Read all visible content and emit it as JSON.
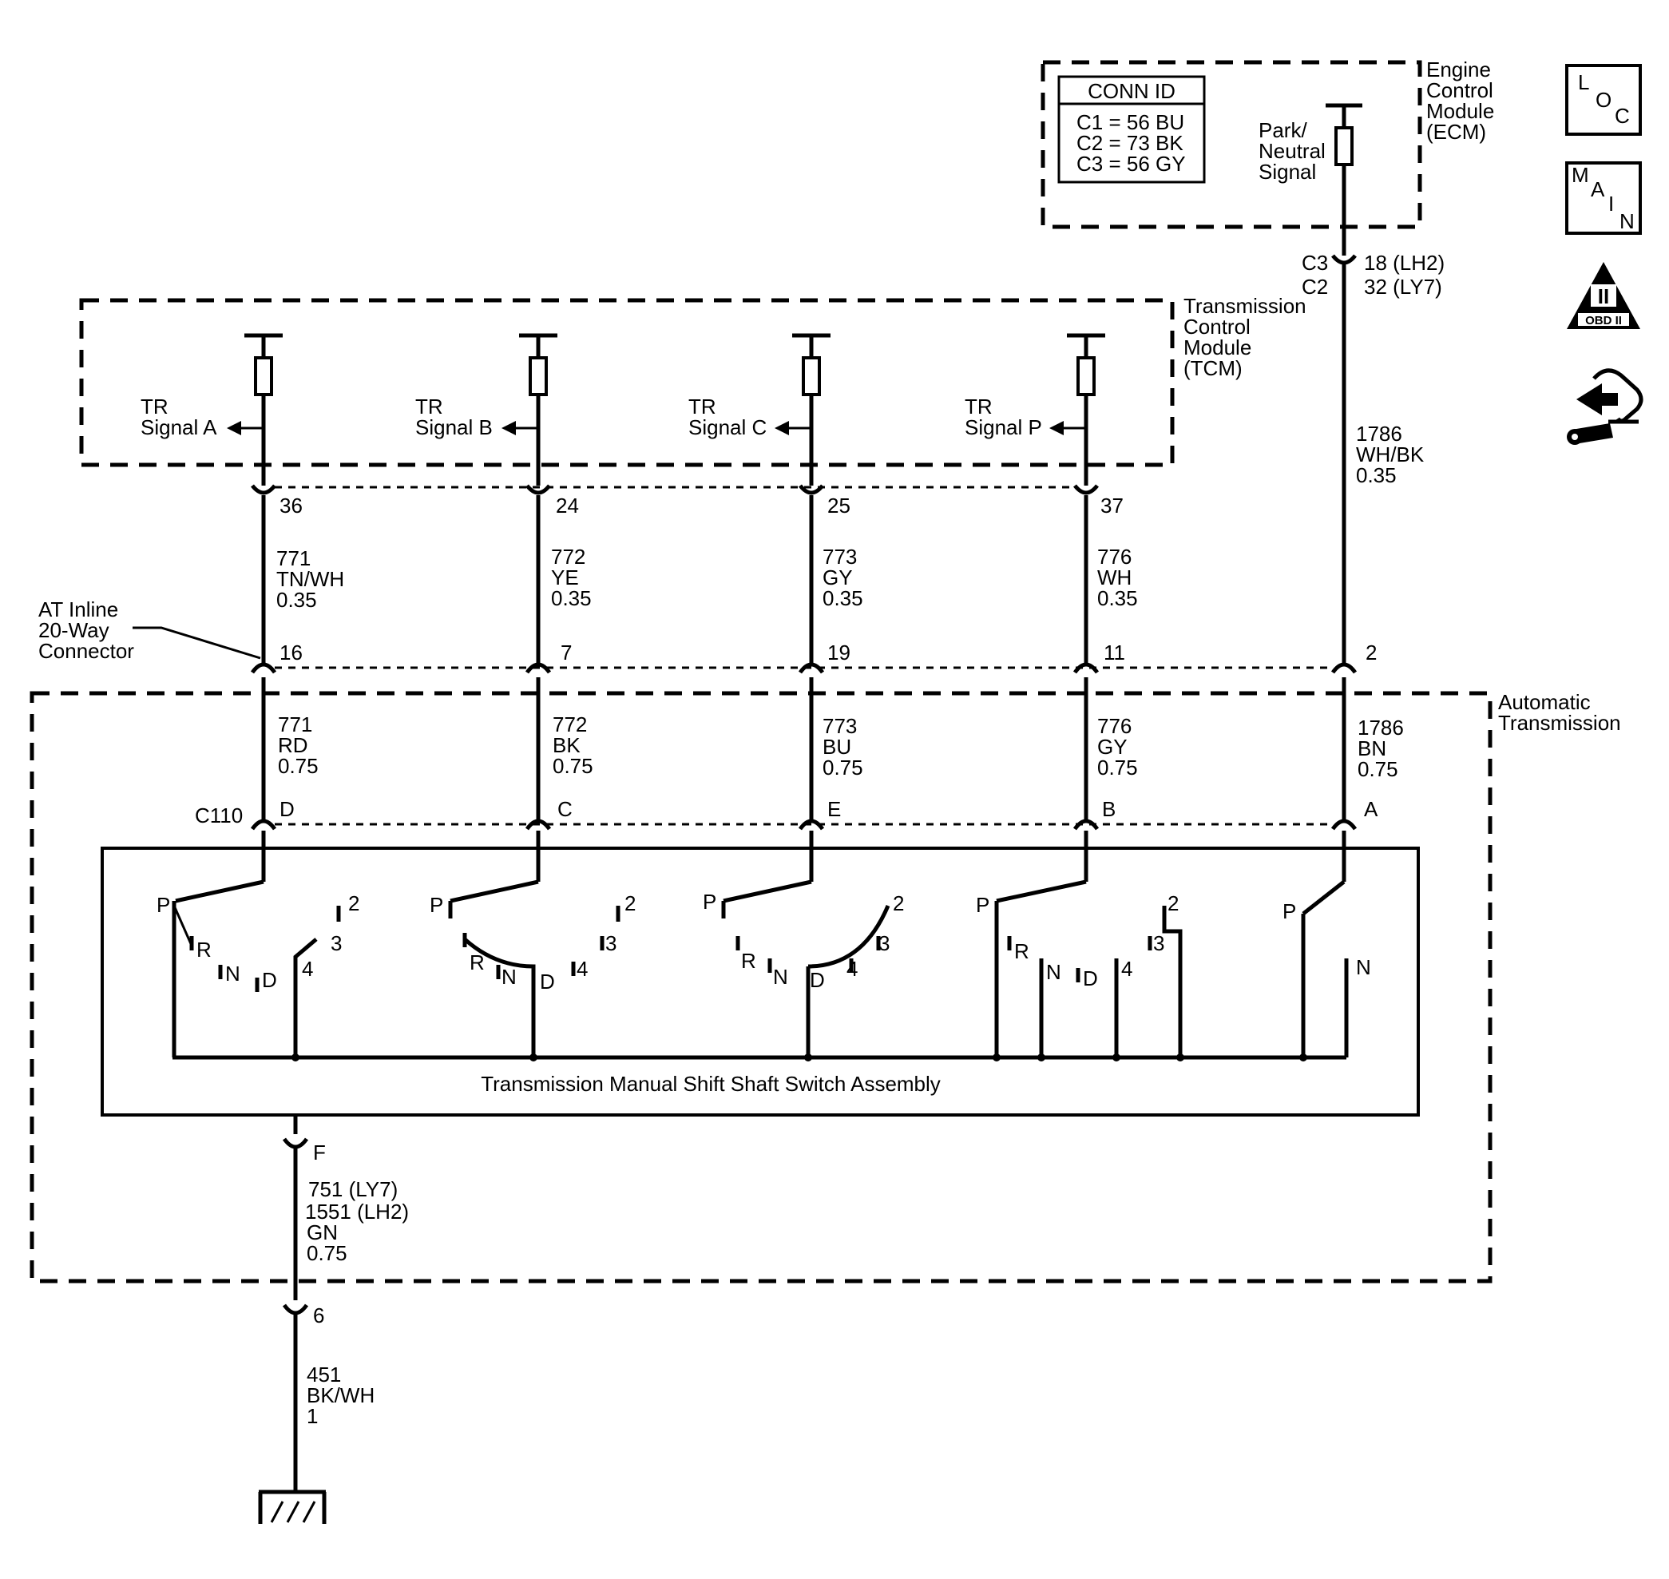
{
  "ecm": {
    "label": [
      "Engine",
      "Control",
      "Module",
      "(ECM)"
    ],
    "conn_id_title": "CONN ID",
    "conn_id_rows": [
      "C1 = 56 BU",
      "C2 = 73 BK",
      "C3 = 56 GY"
    ],
    "signal_label": [
      "Park/",
      "Neutral",
      "Signal"
    ],
    "conn_left": [
      "C3",
      "C2"
    ],
    "conn_right": [
      "18 (LH2)",
      "32 (LY7)"
    ]
  },
  "tcm": {
    "label": [
      "Transmission",
      "Control",
      "Module",
      "(TCM)"
    ],
    "signals": [
      {
        "line1": "TR",
        "line2": "Signal A",
        "pin": "36"
      },
      {
        "line1": "TR",
        "line2": "Signal B",
        "pin": "24"
      },
      {
        "line1": "TR",
        "line2": "Signal C",
        "pin": "25"
      },
      {
        "line1": "TR",
        "line2": "Signal P",
        "pin": "37"
      }
    ]
  },
  "upper_wires": [
    {
      "lines": [
        "771",
        "TN/WH",
        "0.35"
      ]
    },
    {
      "lines": [
        "772",
        "YE",
        "0.35"
      ]
    },
    {
      "lines": [
        "773",
        "GY",
        "0.35"
      ]
    },
    {
      "lines": [
        "776",
        "WH",
        "0.35"
      ]
    },
    {
      "lines": [
        "1786",
        "WH/BK",
        "0.35"
      ]
    }
  ],
  "inline_connector": {
    "label": [
      "AT Inline",
      "20-Way",
      "Connector"
    ],
    "pins": [
      "16",
      "7",
      "19",
      "11",
      "2"
    ]
  },
  "lower_wires": [
    {
      "lines": [
        "771",
        "RD",
        "0.75"
      ]
    },
    {
      "lines": [
        "772",
        "BK",
        "0.75"
      ]
    },
    {
      "lines": [
        "773",
        "BU",
        "0.75"
      ]
    },
    {
      "lines": [
        "776",
        "GY",
        "0.75"
      ]
    },
    {
      "lines": [
        "1786",
        "BN",
        "0.75"
      ]
    }
  ],
  "automatic_transmission": {
    "label": [
      "Automatic",
      "Transmission"
    ],
    "connector_id": "C110",
    "pins": [
      "D",
      "C",
      "E",
      "B",
      "A"
    ]
  },
  "switch_assembly": {
    "label": "Transmission Manual Shift Shaft Switch Assembly",
    "positions": [
      "P",
      "R",
      "N",
      "D",
      "4",
      "3",
      "2"
    ]
  },
  "ground_wire": {
    "pin_f": "F",
    "lines": [
      "751 (LY7)",
      "1551 (LH2)",
      "GN",
      "0.75"
    ],
    "pin_6": "6",
    "lines2": [
      "451",
      "BK/WH",
      "1"
    ]
  },
  "side_icons": {
    "loc": [
      "L",
      "O",
      "C"
    ],
    "main": [
      "M",
      "A",
      "I",
      "N"
    ],
    "obd": "OBD II",
    "obd_numeral": "II",
    "names": [
      "location-icon",
      "main-icon",
      "obd-ii-icon",
      "connector-view-icon"
    ]
  }
}
